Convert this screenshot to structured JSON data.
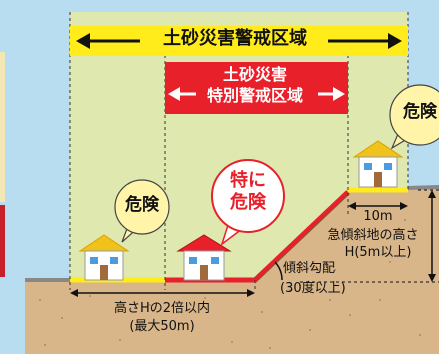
{
  "zones": {
    "warning_zone": "土砂災害警戒区域",
    "special_zone_line1": "土砂災害",
    "special_zone_line2": "特別警戒区域"
  },
  "bubbles": {
    "danger_left": "危険",
    "danger_right": "危険",
    "special_danger_line1": "特に",
    "special_danger_line2": "危険"
  },
  "dimensions": {
    "top_width": "10m",
    "slope_height_line1": "急傾斜地の高さ",
    "slope_height_line2": "H(5m以上)",
    "slope_angle_line1": "傾斜勾配",
    "slope_angle_line2": "(30度以上)",
    "base_width_line1": "高さHの2倍以内",
    "base_width_line2": "(最大50m)"
  },
  "colors": {
    "sky": "#b9ddf0",
    "ground": "#d9b58a",
    "warning_yellow": "#ffec1a",
    "special_red": "#e8202a",
    "left_bar": "#c8202a"
  }
}
